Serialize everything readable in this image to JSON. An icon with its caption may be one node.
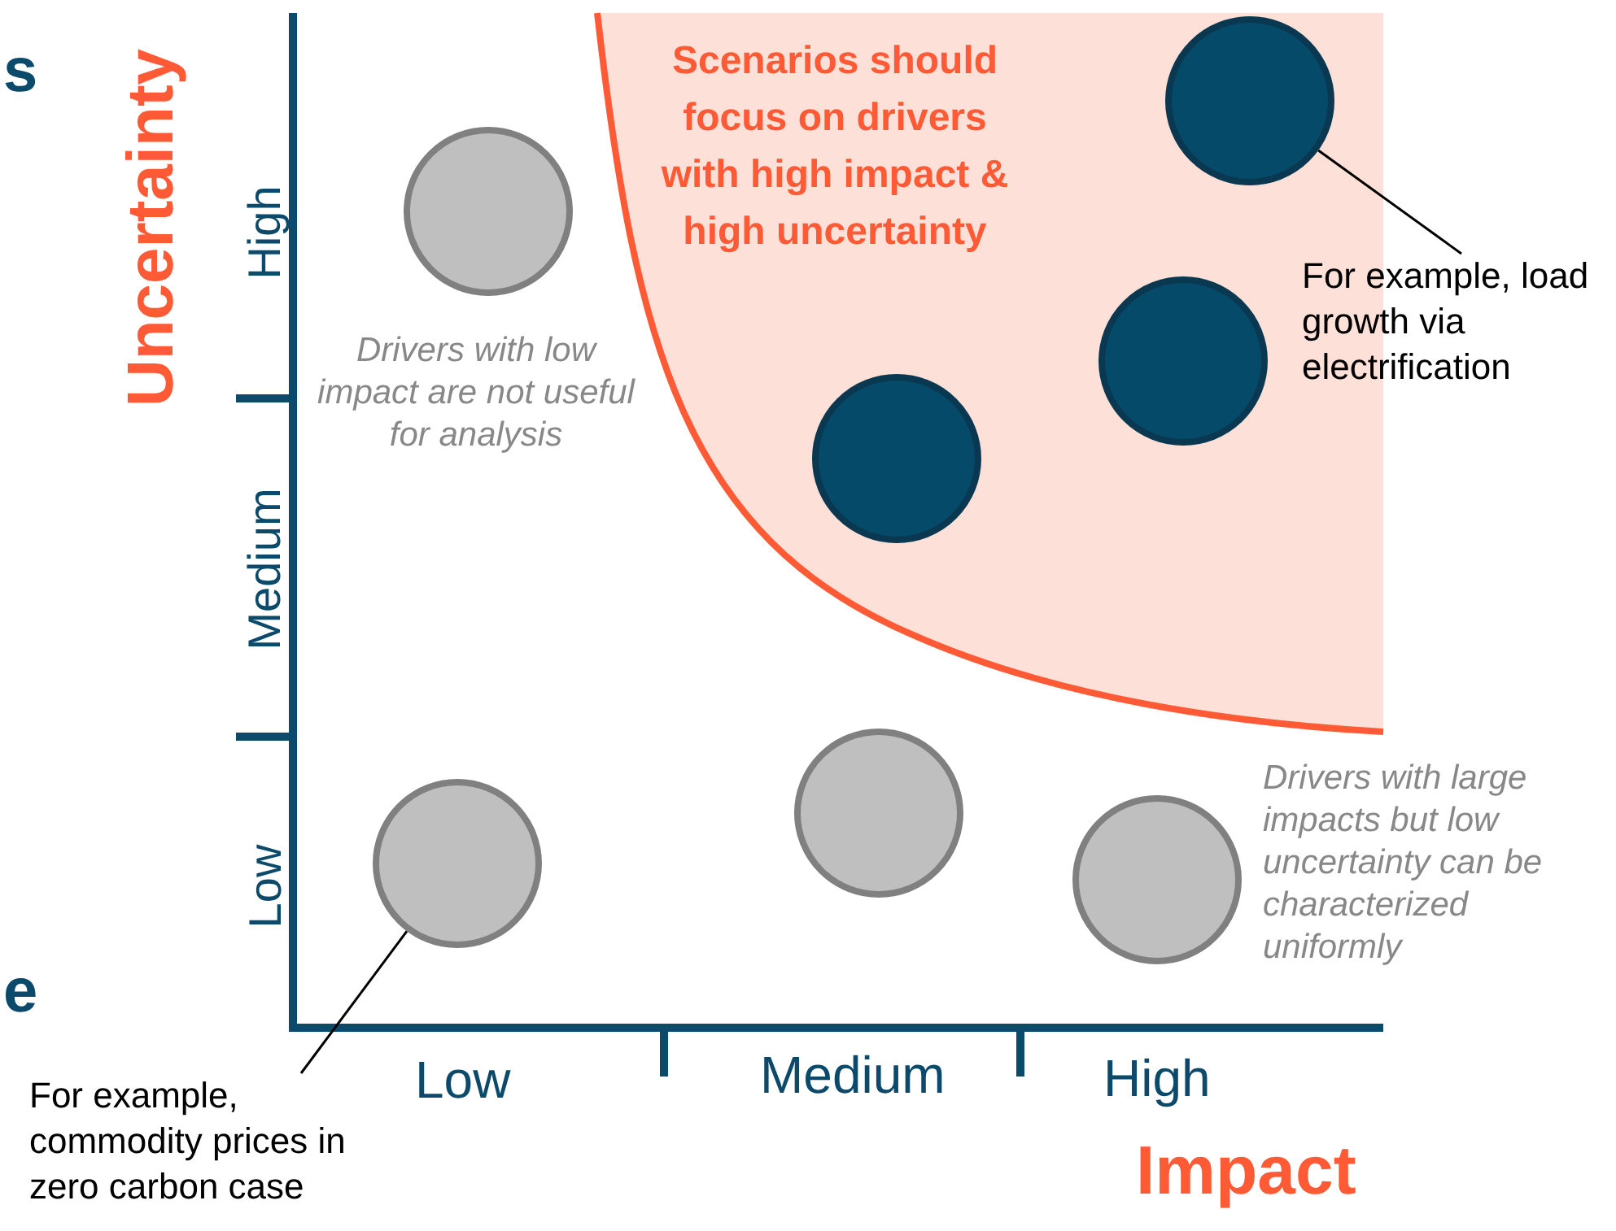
{
  "diagram": {
    "nodes": [
      {
        "text": [],
        "shape": "circle"
      },
      {
        "text": [],
        "shape": "circle"
      },
      {
        "text": [],
        "shape": "circle"
      },
      {
        "text": [],
        "shape": "circle"
      },
      {
        "text": [],
        "shape": "circle"
      },
      {
        "text": [],
        "shape": "circle"
      },
      {
        "text": [],
        "shape": "circle"
      },
      {
        "text": [
          "For example, load growth via electrification"
        ]
      },
      {
        "text": [
          "For example, commodity prices in zero carbon case"
        ]
      }
    ],
    "edges": [
      {
        "from": 7,
        "to": 1,
        "arrow": "none"
      },
      {
        "from": 8,
        "to": 4,
        "arrow": "none"
      }
    ],
    "labels": [
      "s",
      "Uncertainty",
      "High",
      "Medium",
      "Low",
      "e",
      "Scenarios should focus on drivers with high impact & high uncertainty",
      "Drivers with low impact are not useful for analysis",
      "Drivers with large impacts but low uncertainty can be characterized uniformly",
      "Low",
      "Medium",
      "High",
      "Impact"
    ]
  }
}
